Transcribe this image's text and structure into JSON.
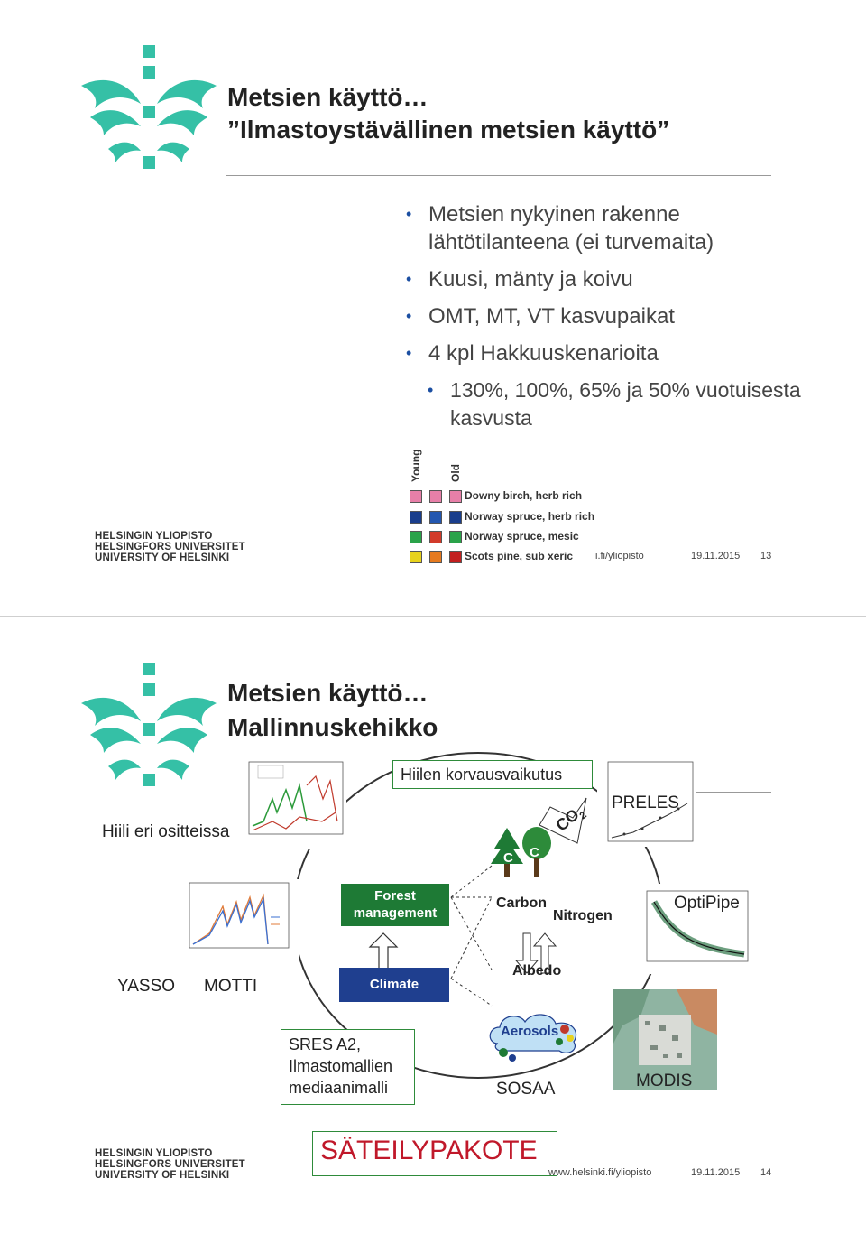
{
  "slide1": {
    "title_line1": "Metsien käyttö…",
    "title_line2": "”Ilmastoystävällinen metsien käyttö”",
    "bullets": [
      "Metsien nykyinen rakenne lähtötilanteena (ei turvemaita)",
      "Kuusi, mänty ja koivu",
      "OMT, MT, VT kasvupaikat",
      "4 kpl Hakkuuskenarioita"
    ],
    "sub_bullet": "130%, 100%, 65% ja 50% vuotuisesta kasvusta",
    "legend": {
      "col_young": "Young",
      "col_old": "Old",
      "rows": [
        {
          "label": "Downy birch, herb rich",
          "young": "#e77fa8",
          "old": "#e77fa8"
        },
        {
          "label": "Norway spruce, herb rich",
          "young": "#1a3e8c",
          "old": "#1a3e8c"
        },
        {
          "label": "Norway spruce, mesic",
          "young": "#0b2e6b",
          "old": "#0b2e6b"
        },
        {
          "label": "Scots pine, sub xeric",
          "young": "#e8d21c",
          "old": "#e67a1f"
        }
      ],
      "extra_colors": [
        "#2aa34a",
        "#d23b2a",
        "#c21f1f"
      ]
    },
    "footer_url": "i.fi/yliopisto",
    "footer_date": "19.11.2015",
    "page_number": "13"
  },
  "slide2": {
    "title_line1": "Metsien käyttö…",
    "title_line2": "Mallinnuskehikko",
    "hiili_label": "Hiili eri ositteissa",
    "hiilen_label": "Hiilen korvausvaikutus",
    "co2_label": "CO",
    "co2_sub": "2",
    "tree_c": "C",
    "preles": "PRELES",
    "forest_management": "Forest management",
    "climate": "Climate",
    "carbon": "Carbon",
    "nitrogen": "Nitrogen",
    "albedo": "Albedo",
    "aerosols": "Aerosols",
    "optipipe": "OptiPipe",
    "yasso": "YASSO",
    "motti": "MOTTI",
    "sres": "SRES A2, Ilmastomallien mediaanimalli",
    "sosaa": "SOSAA",
    "modis": "MODIS",
    "sateily": "SÄTEILYPAKOTE",
    "footer_url": "www.helsinki.fi/yliopisto",
    "footer_date": "19.11.2015",
    "page_number": "14"
  },
  "university": {
    "line1": "HELSINGIN YLIOPISTO",
    "line2": "HELSINGFORS UNIVERSITET",
    "line3": "UNIVERSITY OF HELSINKI"
  },
  "colors": {
    "logo_green": "#35c0a6",
    "logo_dark": "#1f3f8f",
    "management_green": "#1e7a35"
  }
}
